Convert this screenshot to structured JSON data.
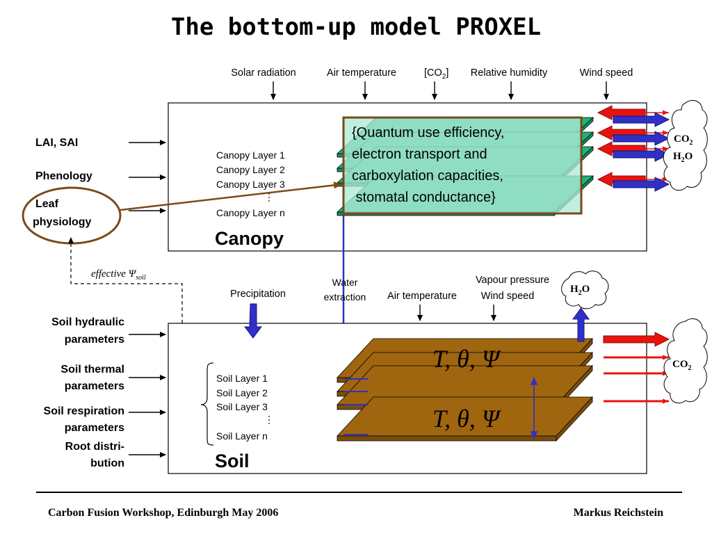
{
  "title": "The bottom-up model PROXEL",
  "canopy": {
    "label": "Canopy",
    "drivers": [
      "Solar radiation",
      "Air temperature",
      "[CO",
      "2",
      "]",
      "Relative humidity",
      "Wind speed"
    ],
    "inputs": [
      "LAI, SAI",
      "Phenology",
      "Leaf",
      "physiology"
    ],
    "layers": [
      "Canopy Layer  1",
      "Canopy Layer  2",
      "Canopy Layer  3",
      "Canopy Layer  n"
    ],
    "parameter_box": [
      "{Quantum use efficiency,",
      "electron transport and",
      "carboxylation capacities,",
      " stomatal conductance}"
    ],
    "fluxes": [
      "CO",
      "2",
      "H",
      "2",
      "O"
    ]
  },
  "link": {
    "effective": "effective ",
    "psi": "Ψ",
    "psi_sub": "soil",
    "water_extraction": [
      "Water",
      "extraction"
    ]
  },
  "soil": {
    "label": "Soil",
    "drivers": [
      "Precipitation",
      "Air temperature",
      "Vapour pressure",
      "Wind speed"
    ],
    "inputs": [
      "Soil hydraulic",
      "parameters",
      "Soil thermal",
      "parameters",
      "Soil respiration",
      "parameters",
      "Root distri-",
      "bution"
    ],
    "layers": [
      "Soil Layer  1",
      "Soil Layer  2",
      "Soil Layer  3",
      "Soil Layer  n"
    ],
    "state_vars": [
      "T, θ, Ψ",
      "T, θ, Ψ"
    ],
    "h2o_cloud": [
      "H",
      "2",
      "O"
    ],
    "co2_cloud": [
      "CO",
      "2"
    ]
  },
  "footer": {
    "left": "Carbon Fusion Workshop, Edinburgh May 2006",
    "right": "Markus Reichstein"
  },
  "colors": {
    "canopy_layer": "#20b27a",
    "soil_layer": "#a0660f",
    "param_box_fill": "#aee9d6",
    "param_box_border": "#7a4a16",
    "arrow_red": "#e8130f",
    "arrow_blue": "#3030c8"
  }
}
